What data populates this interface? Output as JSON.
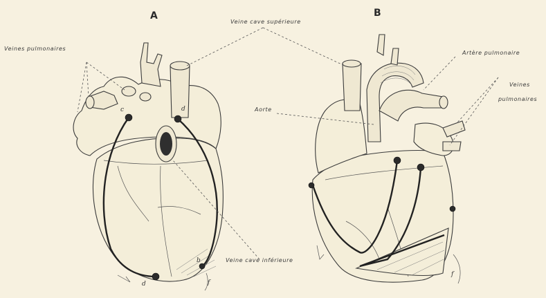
{
  "panels": {
    "a": {
      "letter": "A"
    },
    "b": {
      "letter": "B"
    }
  },
  "labels": {
    "veine_cave_superieure": "Veine cave supérieure",
    "veines_pulmonaires_left": "Veines pulmonaires",
    "artere_pulmonaire": "Artère pulmonaire",
    "veines_right": "Veines",
    "pulmonaires_right": "pulmonaires",
    "aorte": "Aorte",
    "veine_cave_inferieure": "Veine cave inférieure"
  },
  "point_letters": {
    "a_c": "c",
    "a_d_top": "d",
    "a_d_bottom": "d",
    "a_b": "b",
    "a_f": "f",
    "b_f": "f"
  }
}
